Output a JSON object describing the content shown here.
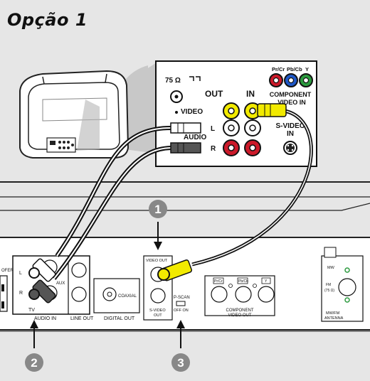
{
  "header": {
    "title": "Opção 1"
  },
  "tv_panel": {
    "antenna_label": "75 Ω",
    "out_label": "OUT",
    "in_label": "IN",
    "video_label": "VIDEO",
    "audio_label": "AUDIO",
    "left_label": "L",
    "right_label": "R",
    "pr_label": "Pr/Cr",
    "pb_label": "Pb/Cb",
    "y_label": "Y",
    "component_line1": "COMPONENT",
    "component_line2": "VIDEO IN",
    "svideo_line1": "S-VIDEO",
    "svideo_line2": "IN"
  },
  "player_panel": {
    "woofer_label": "OFER",
    "audio_l": "L",
    "audio_r": "R",
    "aux_label": "AUX",
    "tv_label": "TV",
    "audio_in_label": "AUDIO IN",
    "line_out_label": "LINE OUT",
    "coaxial_label": "COAXIAL",
    "digital_out_label": "DIGITAL OUT",
    "video_out_label": "VIDEO OUT",
    "svideo_out_line1": "S-VIDEO",
    "svideo_out_line2": "OUT",
    "pscan_label": "P-SCAN",
    "off_on_label": "OFF ON",
    "comp_pr": "Pr/Cr",
    "comp_pb": "Pb/Cb",
    "comp_y": "Y",
    "component_out_line1": "COMPONENT",
    "component_out_line2": "VIDEO OUT",
    "mw_label": "MW",
    "fm_line1": "FM",
    "fm_line2": "(75 Ω)",
    "mwfm_line1": "MW/FM",
    "mwfm_line2": "ANTENNA"
  },
  "steps": {
    "step1": "1",
    "step2": "2",
    "step3": "3"
  },
  "colors": {
    "background": "#e6e6e6",
    "yellow_cable": "#f2ea00",
    "red_jack": "#cc1a2a",
    "blue_jack": "#1f58c8",
    "green_jack": "#2b9a3e",
    "badge": "#888888"
  }
}
